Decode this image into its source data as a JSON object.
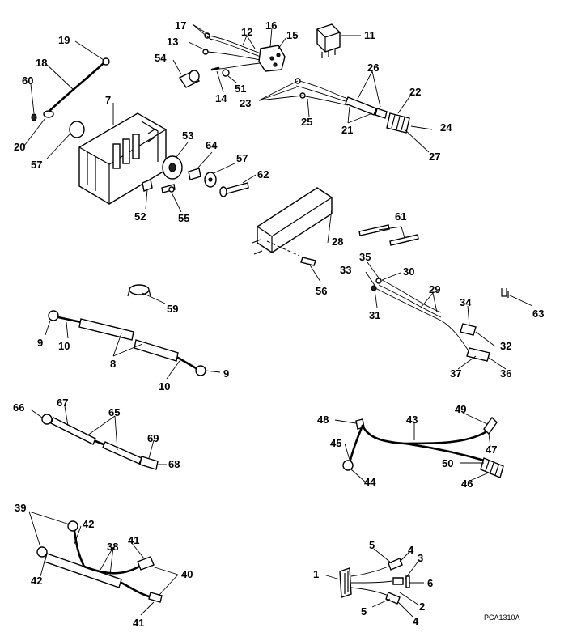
{
  "diagram": {
    "drawing_code": "PCA1310A",
    "callouts": [
      {
        "id": "c19",
        "label": "19"
      },
      {
        "id": "c18",
        "label": "18"
      },
      {
        "id": "c60",
        "label": "60"
      },
      {
        "id": "c20",
        "label": "20"
      },
      {
        "id": "c57a",
        "label": "57"
      },
      {
        "id": "c7",
        "label": "7"
      },
      {
        "id": "c17",
        "label": "17"
      },
      {
        "id": "c12",
        "label": "12"
      },
      {
        "id": "c16",
        "label": "16"
      },
      {
        "id": "c15",
        "label": "15"
      },
      {
        "id": "c13",
        "label": "13"
      },
      {
        "id": "c54",
        "label": "54"
      },
      {
        "id": "c14",
        "label": "14"
      },
      {
        "id": "c51",
        "label": "51"
      },
      {
        "id": "c11",
        "label": "11"
      },
      {
        "id": "c26",
        "label": "26"
      },
      {
        "id": "c22",
        "label": "22"
      },
      {
        "id": "c23",
        "label": "23"
      },
      {
        "id": "c25",
        "label": "25"
      },
      {
        "id": "c21",
        "label": "21"
      },
      {
        "id": "c24",
        "label": "24"
      },
      {
        "id": "c27",
        "label": "27"
      },
      {
        "id": "c53",
        "label": "53"
      },
      {
        "id": "c64",
        "label": "64"
      },
      {
        "id": "c57b",
        "label": "57"
      },
      {
        "id": "c62",
        "label": "62"
      },
      {
        "id": "c52",
        "label": "52"
      },
      {
        "id": "c55",
        "label": "55"
      },
      {
        "id": "c61",
        "label": "61"
      },
      {
        "id": "c28",
        "label": "28"
      },
      {
        "id": "c56",
        "label": "56"
      },
      {
        "id": "c35",
        "label": "35"
      },
      {
        "id": "c33",
        "label": "33"
      },
      {
        "id": "c30",
        "label": "30"
      },
      {
        "id": "c29",
        "label": "29"
      },
      {
        "id": "c31",
        "label": "31"
      },
      {
        "id": "c34",
        "label": "34"
      },
      {
        "id": "c63",
        "label": "63"
      },
      {
        "id": "c59",
        "label": "59"
      },
      {
        "id": "c32",
        "label": "32"
      },
      {
        "id": "c9a",
        "label": "9"
      },
      {
        "id": "c10a",
        "label": "10"
      },
      {
        "id": "c8",
        "label": "8"
      },
      {
        "id": "c10b",
        "label": "10"
      },
      {
        "id": "c9b",
        "label": "9"
      },
      {
        "id": "c37",
        "label": "37"
      },
      {
        "id": "c36",
        "label": "36"
      },
      {
        "id": "c66",
        "label": "66"
      },
      {
        "id": "c67",
        "label": "67"
      },
      {
        "id": "c65",
        "label": "65"
      },
      {
        "id": "c69",
        "label": "69"
      },
      {
        "id": "c68",
        "label": "68"
      },
      {
        "id": "c48",
        "label": "48"
      },
      {
        "id": "c43",
        "label": "43"
      },
      {
        "id": "c49",
        "label": "49"
      },
      {
        "id": "c45",
        "label": "45"
      },
      {
        "id": "c47",
        "label": "47"
      },
      {
        "id": "c50",
        "label": "50"
      },
      {
        "id": "c44",
        "label": "44"
      },
      {
        "id": "c46",
        "label": "46"
      },
      {
        "id": "c39",
        "label": "39"
      },
      {
        "id": "c42a",
        "label": "42"
      },
      {
        "id": "c38",
        "label": "38"
      },
      {
        "id": "c41a",
        "label": "41"
      },
      {
        "id": "c40",
        "label": "40"
      },
      {
        "id": "c42b",
        "label": "42"
      },
      {
        "id": "c41b",
        "label": "41"
      },
      {
        "id": "c5a",
        "label": "5"
      },
      {
        "id": "c4a",
        "label": "4"
      },
      {
        "id": "c3",
        "label": "3"
      },
      {
        "id": "c1",
        "label": "1"
      },
      {
        "id": "c6",
        "label": "6"
      },
      {
        "id": "c2",
        "label": "2"
      },
      {
        "id": "c5b",
        "label": "5"
      },
      {
        "id": "c4b",
        "label": "4"
      }
    ]
  }
}
